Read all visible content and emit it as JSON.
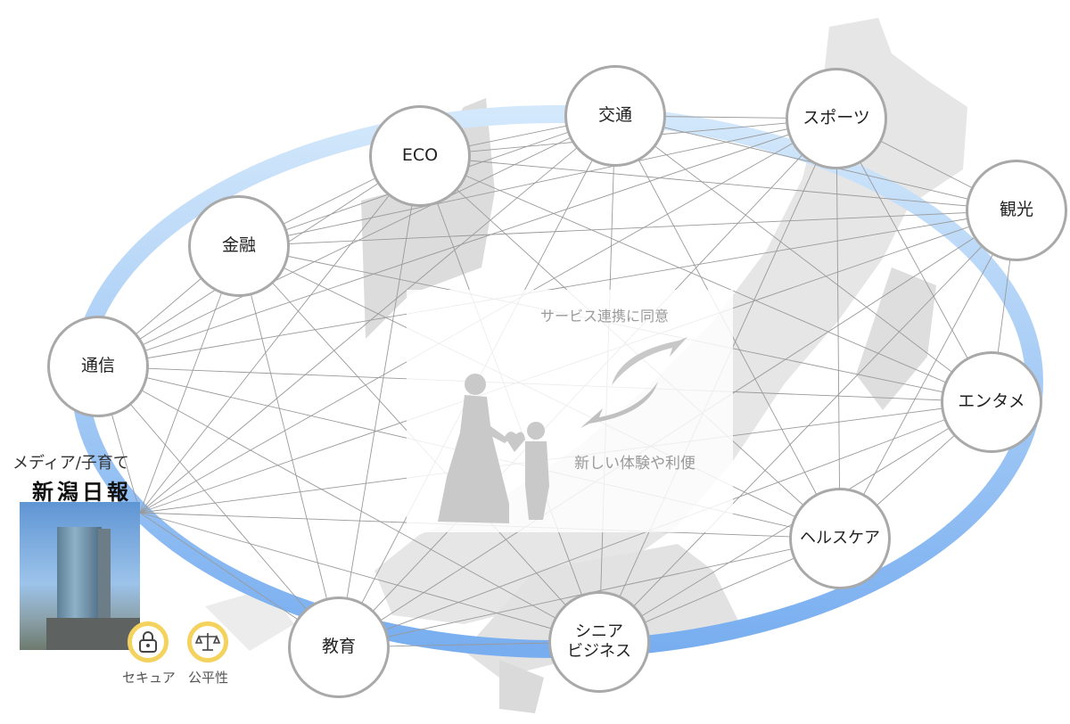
{
  "nodes": [
    {
      "id": "traffic",
      "label": "交通"
    },
    {
      "id": "sports",
      "label": "スポーツ"
    },
    {
      "id": "tourism",
      "label": "観光"
    },
    {
      "id": "entertainment",
      "label": "エンタメ"
    },
    {
      "id": "healthcare",
      "label": "ヘルスケア"
    },
    {
      "id": "senior",
      "label": "シニア\nビジネス"
    },
    {
      "id": "education",
      "label": "教育"
    },
    {
      "id": "telecom",
      "label": "通信"
    },
    {
      "id": "finance",
      "label": "金融"
    },
    {
      "id": "eco",
      "label": "ECO"
    }
  ],
  "hub": {
    "label": "メディア/子育て",
    "logo_text": "新潟日報"
  },
  "center": {
    "top_text": "サービス連携に同意",
    "bottom_text": "新しい体験や利便"
  },
  "badges": [
    {
      "icon": "lock-icon",
      "label": "セキュア"
    },
    {
      "icon": "scales-icon",
      "label": "公平性"
    }
  ],
  "colors": {
    "ring_light": "#cfe6fb",
    "ring_dark": "#7fb3f0",
    "node_border": "#a9a9a9",
    "badge_border": "#f4d25e",
    "line": "#9a9a9a"
  }
}
